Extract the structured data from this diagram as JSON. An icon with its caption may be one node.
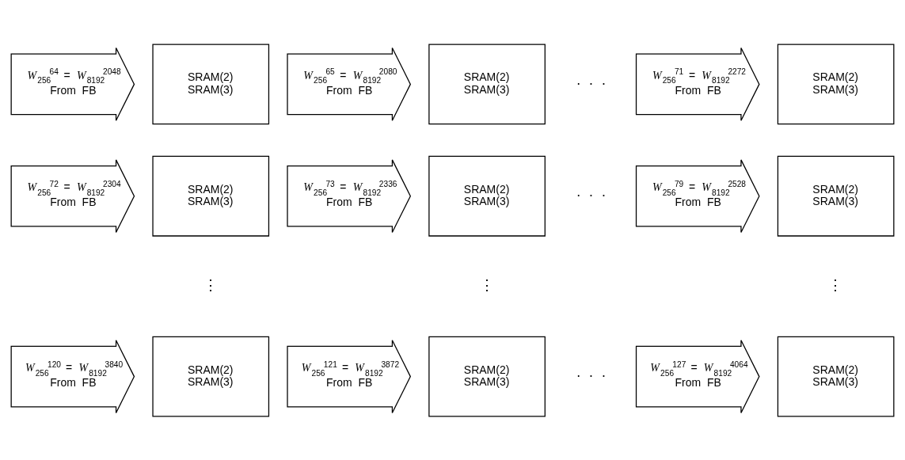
{
  "diagram": {
    "nodes": [
      {
        "text": [
          "*W*$_{256}$$^{64}$ = *W*$_{8192}$$^{2048}$",
          "From FB"
        ]
      },
      {
        "text": [
          "SRAM(2)",
          "SRAM(3)"
        ]
      },
      {
        "text": [
          "*W*$_{256}$$^{65}$ = *W*$_{8192}$$^{2080}$",
          "From FB"
        ]
      },
      {
        "text": [
          "SRAM(2)",
          "SRAM(3)"
        ]
      },
      {
        "text": [
          "*W*$_{256}$$^{71}$ = *W*$_{8192}$$^{2272}$",
          "From FB"
        ]
      },
      {
        "text": [
          "SRAM(2)",
          "SRAM(3)"
        ]
      },
      {
        "text": [
          "*W*$_{256}$$^{72}$ = *W*$_{8192}$$^{2304}$",
          "From FB"
        ]
      },
      {
        "text": [
          "SRAM(2)",
          "SRAM(3)"
        ]
      },
      {
        "text": [
          "*W*$_{256}$$^{73}$ = *W*$_{8192}$$^{2336}$",
          "From FB"
        ]
      },
      {
        "text": [
          "SRAM(2)",
          "SRAM(3)"
        ]
      },
      {
        "text": [
          "*W*$_{256}$$^{79}$ = *W*$_{8192}$$^{2528}$",
          "From FB"
        ]
      },
      {
        "text": [
          "SRAM(2)",
          "SRAM(3)"
        ]
      },
      {
        "text": [
          "*W*$_{256}$$^{120}$ = *W*$_{8192}$$^{3840}$",
          "From FB"
        ]
      },
      {
        "text": [
          "SRAM(2)",
          "SRAM(3)"
        ]
      },
      {
        "text": [
          "*W*$_{256}$$^{121}$ = *W*$_{8192}$$^{3872}$",
          "From FB"
        ]
      },
      {
        "text": [
          "SRAM(2)",
          "SRAM(3)"
        ]
      },
      {
        "text": [
          "*W*$_{256}$$^{127}$ = *W*$_{8192}$$^{4064}$",
          "From FB"
        ]
      },
      {
        "text": [
          "SRAM(2)",
          "SRAM(3)"
        ]
      }
    ],
    "labels": [
      "· · ·",
      "· · ·",
      "⋮",
      "⋮",
      "⋮",
      "· · ·"
    ]
  }
}
